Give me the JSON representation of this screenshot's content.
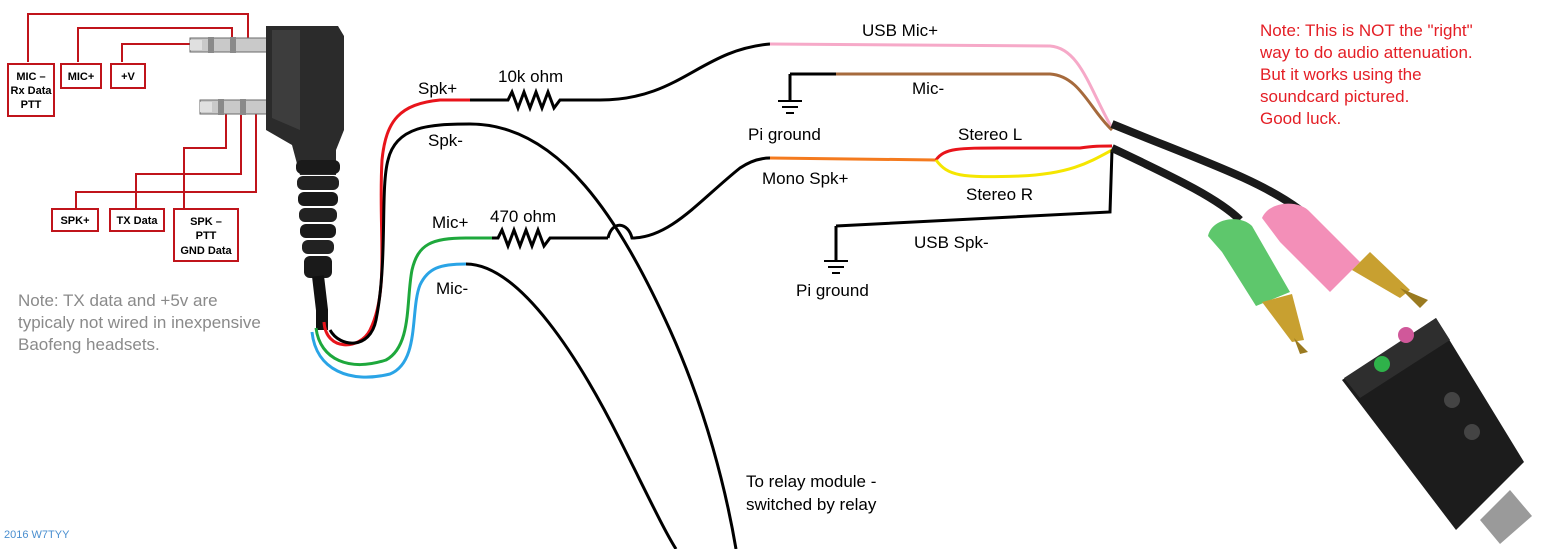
{
  "connector_labels": {
    "mic_rx_ptt": [
      "MIC –",
      "Rx Data",
      "PTT"
    ],
    "mic_plus": "MIC+",
    "plus_5v": "+V",
    "spk_plus": "SPK+",
    "tx_data": "TX Data",
    "spk_ptt_gnd": [
      "SPK –",
      "PTT",
      "GND Data"
    ]
  },
  "wire_labels": {
    "spk_plus": "Spk+",
    "spk_minus": "Spk-",
    "mic_plus": "Mic+",
    "mic_minus": "Mic-",
    "r_10k": "10k ohm",
    "r_470": "470 ohm",
    "usb_mic_plus": "USB Mic+",
    "mic_minus_right": "Mic-",
    "pi_ground_1": "Pi ground",
    "stereo_l": "Stereo L",
    "mono_spk_plus": "Mono Spk+",
    "stereo_r": "Stereo R",
    "usb_spk_minus": "USB Spk-",
    "pi_ground_2": "Pi ground"
  },
  "notes": {
    "red": [
      "Note: This is NOT the \"right\"",
      "way to do audio attenuation.",
      "But it works using the",
      "soundcard pictured.",
      "Good luck."
    ],
    "grey": [
      "Note: TX data and +5v are",
      "typicaly not wired in inexpensive",
      "Baofeng headsets."
    ],
    "relay": [
      "To relay module -",
      "switched by relay"
    ],
    "credit": "2016 W7TYY"
  },
  "colors": {
    "red_wire": "#e8141b",
    "green_wire": "#1ea83c",
    "blue_wire": "#2aa4e6",
    "pink_wire": "#f6a9c8",
    "brown_wire": "#a66a3c",
    "orange_wire": "#f47a1e",
    "yellow_wire": "#f5e600",
    "box_red": "#c0141b",
    "note_red": "#e41e25",
    "note_grey": "#8a8a8a",
    "credit_blue": "#4a8fd0"
  }
}
